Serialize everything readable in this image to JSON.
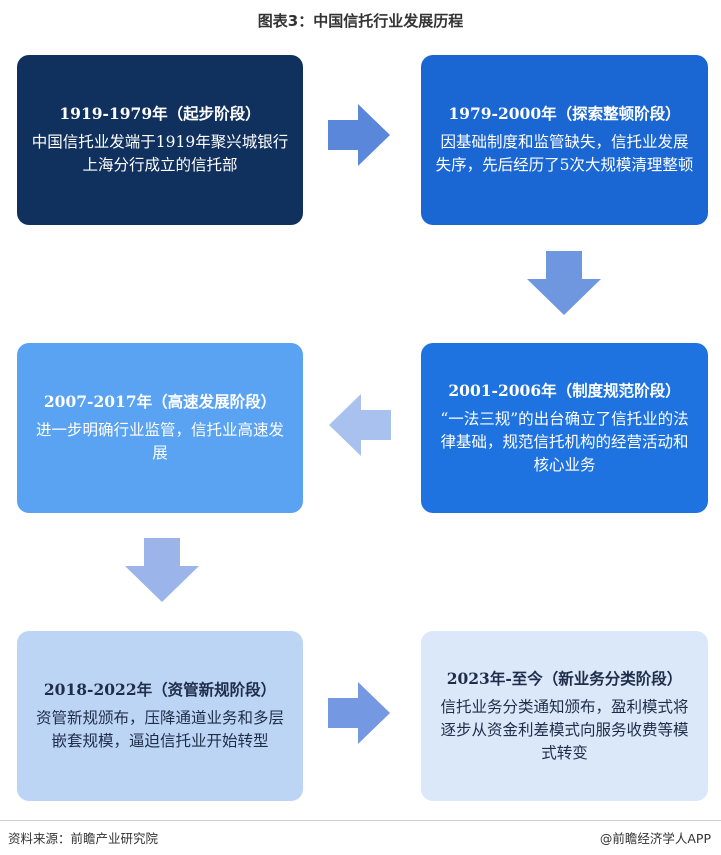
{
  "title": "图表3：中国信托行业发展历程",
  "stages": [
    {
      "heading": "1919-1979年（起步阶段）",
      "text": "中国信托业发端于1919年聚兴城银行上海分行成立的信托部",
      "color": "#10305e"
    },
    {
      "heading": "1979-2000年（探索整顿阶段）",
      "text": "因基础制度和监管缺失，信托业发展失序，先后经历了5次大规模清理整顿",
      "color": "#1a66d2"
    },
    {
      "heading": "2001-2006年（制度规范阶段）",
      "text": "“一法三规”的出台确立了信托业的法律基础，规范信托机构的经营活动和核心业务",
      "color": "#1e73e0"
    },
    {
      "heading": "2007-2017年（高速发展阶段）",
      "text": "进一步明确行业监管，信托业高速发展",
      "color": "#5aa2f2"
    },
    {
      "heading": "2018-2022年（资管新规阶段）",
      "text": "资管新规颁布，压降通道业务和多层嵌套规模，逼迫信托业开始转型",
      "color": "#bcd5f5"
    },
    {
      "heading": "2023年-至今（新业务分类阶段）",
      "text": "信托业务分类通知颁布，盈利模式将逐步从资金利差模式向服务收费等模式转变",
      "color": "#dbe8fa"
    }
  ],
  "arrow_colors": {
    "right_1": "#5b87db",
    "down_1": "#6e97e0",
    "left_1": "#a8c1ee",
    "down_2": "#9bb5ea",
    "right_2": "#7598e2"
  },
  "footer": {
    "source": "资料来源：前瞻产业研究院",
    "credit": "@前瞻经济学人APP"
  }
}
